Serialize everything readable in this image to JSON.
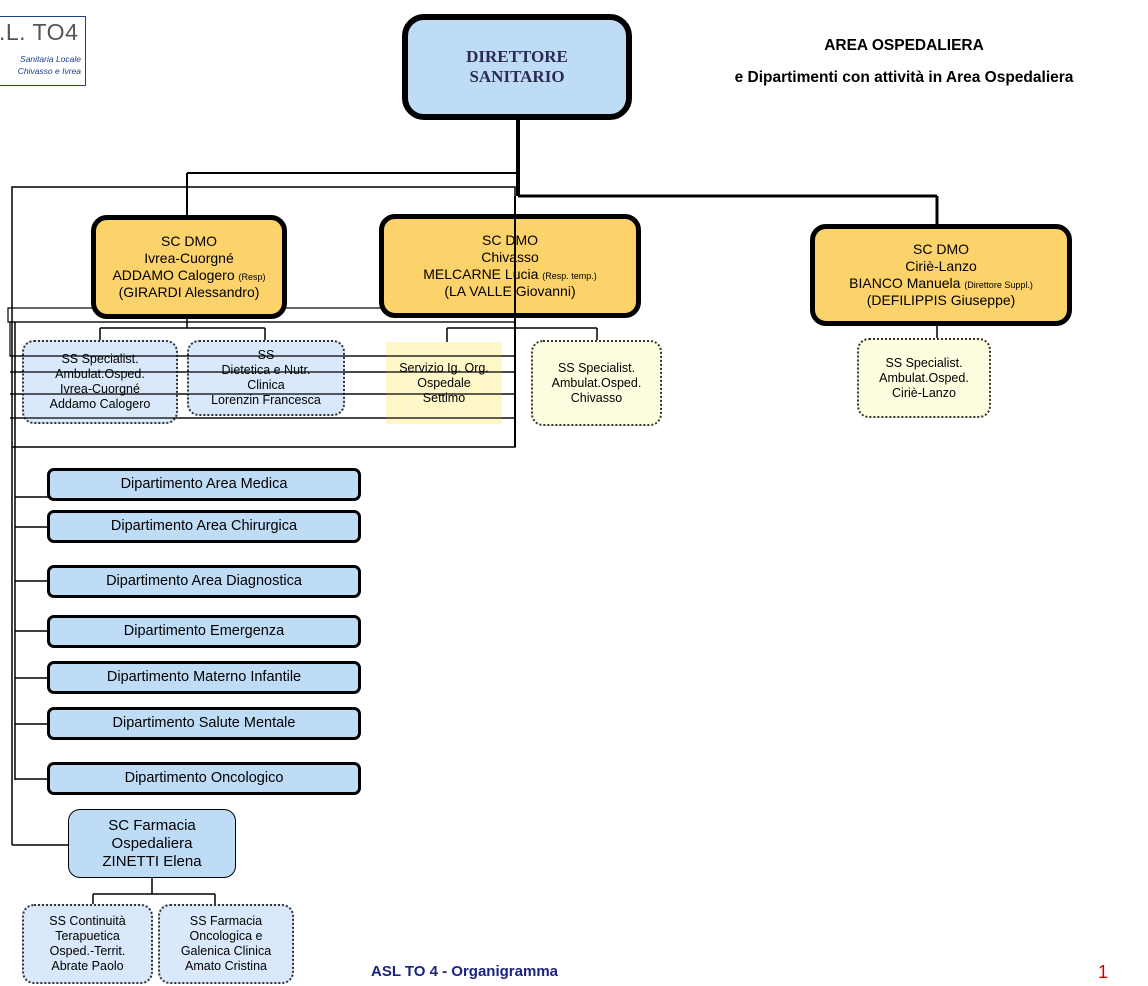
{
  "logo": {
    "title": ".L. TO4",
    "line1": "Sanitaria Locale",
    "line2": "Chivasso e Ivrea"
  },
  "heading": {
    "line1": "AREA OSPEDALIERA",
    "line2": "e Dipartimenti con attività in Area Ospedaliera"
  },
  "director": {
    "line1": "DIRETTORE",
    "line2": "SANITARIO"
  },
  "dmo_ivrea": {
    "l1": "SC DMO",
    "l2": "Ivrea-Cuorgné",
    "l3": "ADDAMO Calogero",
    "l3_note": "(Resp)",
    "l4": "(GIRARDI Alessandro)"
  },
  "dmo_chivasso": {
    "l1": "SC DMO",
    "l2": "Chivasso",
    "l3": "MELCARNE Lucia",
    "l3_note": "(Resp. temp.)",
    "l4": "(LA VALLE Giovanni)"
  },
  "dmo_cirie": {
    "l1": "SC DMO",
    "l2": "Ciriè-Lanzo",
    "l3": "BIANCO Manuela",
    "l3_note": "(Direttore Suppl.)",
    "l4": "(DEFILIPPIS Giuseppe)"
  },
  "ss_ivrea": {
    "l1": "SS Specialist.",
    "l2": "Ambulat.Osped.",
    "l3": "Ivrea-Cuorgné",
    "l4": "Addamo Calogero"
  },
  "ss_dietetica": {
    "l1": "SS",
    "l2": "Dietetica e Nutr.",
    "l3": "Clinica",
    "l4": "Lorenzin Francesca"
  },
  "servizio_ig": {
    "l1": "Servizio Ig. Org.",
    "l2": "Ospedale",
    "l3": "Settimo"
  },
  "ss_chivasso": {
    "l1": "SS Specialist.",
    "l2": "Ambulat.Osped.",
    "l3": "Chivasso"
  },
  "ss_cirie": {
    "l1": "SS Specialist.",
    "l2": "Ambulat.Osped.",
    "l3": "Ciriè-Lanzo"
  },
  "departments": [
    "Dipartimento Area Medica",
    "Dipartimento Area Chirurgica",
    "Dipartimento Area Diagnostica",
    "Dipartimento Emergenza",
    "Dipartimento Materno Infantile",
    "Dipartimento Salute Mentale",
    "Dipartimento Oncologico"
  ],
  "farmacia": {
    "l1": "SC Farmacia",
    "l2": "Ospedaliera",
    "l3": "ZINETTI Elena"
  },
  "ss_continuita": {
    "l1": "SS Continuità",
    "l2": "Terapuetica",
    "l3": "Osped.-Territ.",
    "l4": "Abrate Paolo"
  },
  "ss_farmacia_onc": {
    "l1": "SS Farmacia",
    "l2": "Oncologica e",
    "l3": "Galenica Clinica",
    "l4": "Amato Cristina"
  },
  "footer": {
    "title": "ASL TO 4 - Organigramma",
    "page": "1"
  },
  "colors": {
    "director_fill": "#bfdcf7",
    "dmo_fill": "#fcd26a",
    "ss_fill": "#d9e9fb",
    "ss_yellow_fill": "#fffde0",
    "footer_text": "#1a237e",
    "page_number": "#cc0000"
  }
}
